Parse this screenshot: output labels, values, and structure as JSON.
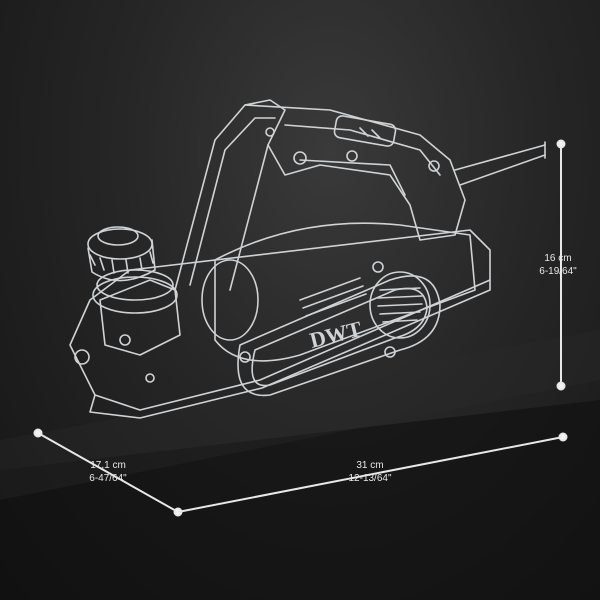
{
  "brand": "DWT",
  "dimensions": {
    "height": {
      "metric": "16 cm",
      "imperial": "6-19/64\""
    },
    "depth": {
      "metric": "17,1 cm",
      "imperial": "6-47/64\""
    },
    "width": {
      "metric": "31 cm",
      "imperial": "12-13/64\""
    }
  },
  "colors": {
    "background": "#1c1c1c",
    "line": "#e8e8e8",
    "drawing": "#cfd3d6"
  },
  "icons": [
    "planer-drawing"
  ]
}
